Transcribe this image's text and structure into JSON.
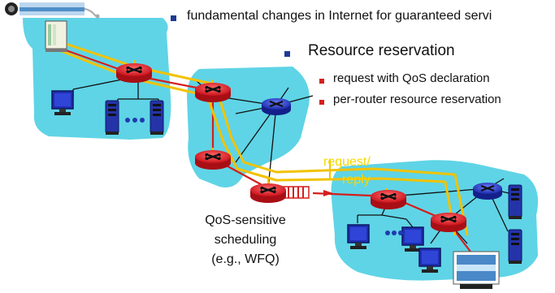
{
  "header_bullet": "fundamental changes in Internet for guaranteed servi",
  "main_bullet": "Resource reservation",
  "sub_bullets": [
    "request with QoS declaration",
    "per-router resource reservation"
  ],
  "scheduling_note": [
    "QoS-sensitive",
    "scheduling",
    "(e.g., WFQ)"
  ],
  "path_labels": {
    "request": "request/",
    "reply": "reply"
  },
  "colors": {
    "cloud": "#5fd4e6",
    "router_red": "#e8232a",
    "router_blue": "#2a3fd0",
    "link_red": "#d41e1e",
    "reservation_path": "#f2c200",
    "bullet_blue": "#1f3a93",
    "bullet_red": "#d4201f"
  }
}
